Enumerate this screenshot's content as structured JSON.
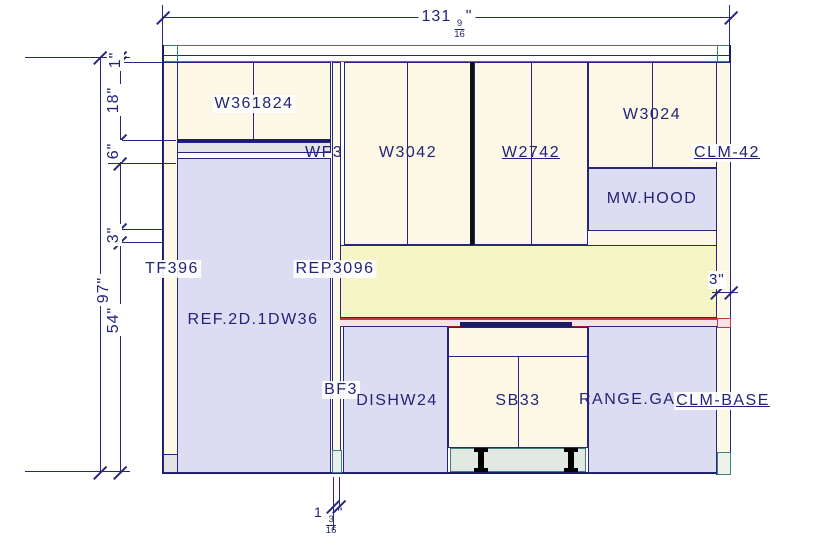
{
  "dims": {
    "top": {
      "whole": "131",
      "numerator": "9",
      "denominator": "16",
      "unit": "\""
    },
    "left_total": "97\"",
    "left_chain": [
      "1\"",
      "18\"",
      "6\"",
      "3\"",
      "54\""
    ],
    "right_gap": "3\"",
    "bottom": {
      "whole": "1",
      "numerator": "3",
      "denominator": "16",
      "unit": "\""
    }
  },
  "labels": {
    "w361824": "W361824",
    "wf": "WF3",
    "w3042": "W3042",
    "w2742": "W2742",
    "w3024": "W3024",
    "clm42": "CLM-42",
    "mw_hood": "MW.HOOD",
    "tf396": "TF396",
    "rep3096": "REP3096",
    "ref": "REF.2D.1DW36",
    "bf3": "BF3",
    "dishw24": "DISHW24",
    "sb33": "SB33",
    "range_gas": "RANGE.GAS",
    "clm_base": "CLM-BASE"
  },
  "colors": {
    "line_navy": "#26267d",
    "text_navy": "#23237a",
    "cabinet_cream": "#fdf8e6",
    "appliance_lavender": "#dcdcf2",
    "backsplash_yellow": "#f5f5c6",
    "counter_pink": "#f8e2e8",
    "counter_red": "#c13b3b",
    "crown_green": "#2e8b57",
    "filler_gray": "#e3e3e3",
    "toe_teal": "#3f7f7f",
    "panel_black": "#111111"
  }
}
